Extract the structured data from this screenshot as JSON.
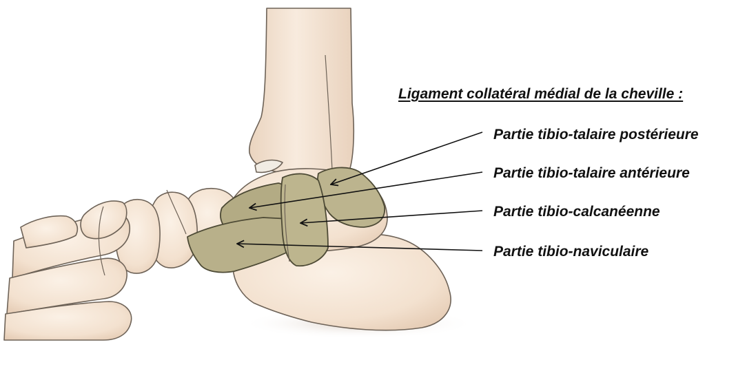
{
  "diagram": {
    "title": "Ligament collatéral médial de la cheville :",
    "labels": [
      "Partie tibio-talaire postérieure",
      "Partie tibio-talaire antérieure",
      "Partie tibio-calcanéenne",
      "Partie tibio-naviculaire"
    ]
  },
  "colors": {
    "bone": "#f3e1cf",
    "bone_outline": "#6d6257",
    "ligament": "#b8b08a",
    "ligament_outline": "#4d4a35",
    "text": "#111111"
  }
}
